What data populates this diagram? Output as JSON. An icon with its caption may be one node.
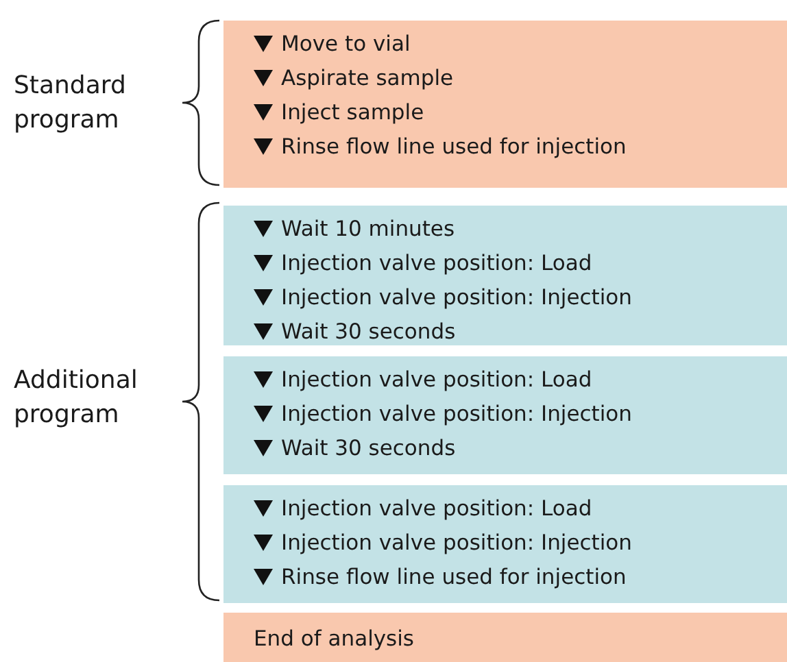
{
  "diagram": {
    "nodes": [
      {
        "text": [
          "Move to vial",
          "Aspirate sample",
          "Inject sample",
          "Rinse flow line used for injection"
        ]
      },
      {
        "text": [
          "Wait 10 minutes",
          "Injection valve position: Load",
          "Injection valve position: Injection",
          "Wait 30 seconds"
        ]
      },
      {
        "text": [
          "Injection valve position: Load",
          "Injection valve position: Injection",
          "Wait 30 seconds"
        ]
      },
      {
        "text": [
          "Injection valve position: Load",
          "Injection valve position: Injection",
          "Rinse flow line used for injection"
        ]
      },
      {
        "text": [
          "End of analysis"
        ]
      }
    ],
    "edges": [],
    "labels": [
      "Standard program",
      "Additional program"
    ]
  }
}
